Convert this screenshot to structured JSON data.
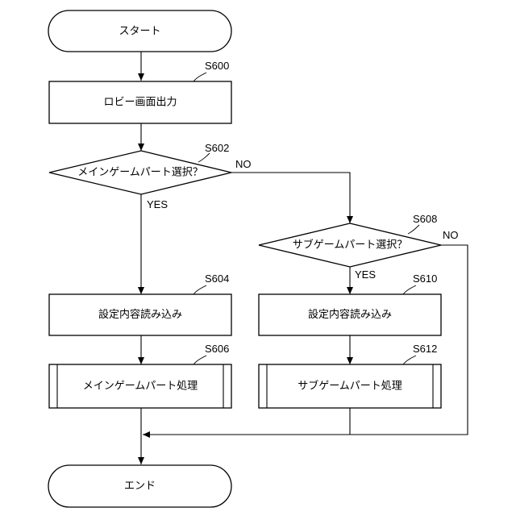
{
  "nodes": {
    "start": "スタート",
    "lobby": "ロビー画面出力",
    "main_select": "メインゲームパート選択？",
    "sub_select": "サブゲームパート選択？",
    "load_left": "設定内容読み込み",
    "load_right": "設定内容読み込み",
    "main_proc": "メインゲームパート処理",
    "sub_proc": "サブゲームパート処理",
    "end": "エンド"
  },
  "steps": {
    "s600": "S600",
    "s602": "S602",
    "s604": "S604",
    "s606": "S606",
    "s608": "S608",
    "s610": "S610",
    "s612": "S612"
  },
  "branches": {
    "main_no": "NO",
    "main_yes": "YES",
    "sub_yes": "YES",
    "sub_no": "NO"
  }
}
